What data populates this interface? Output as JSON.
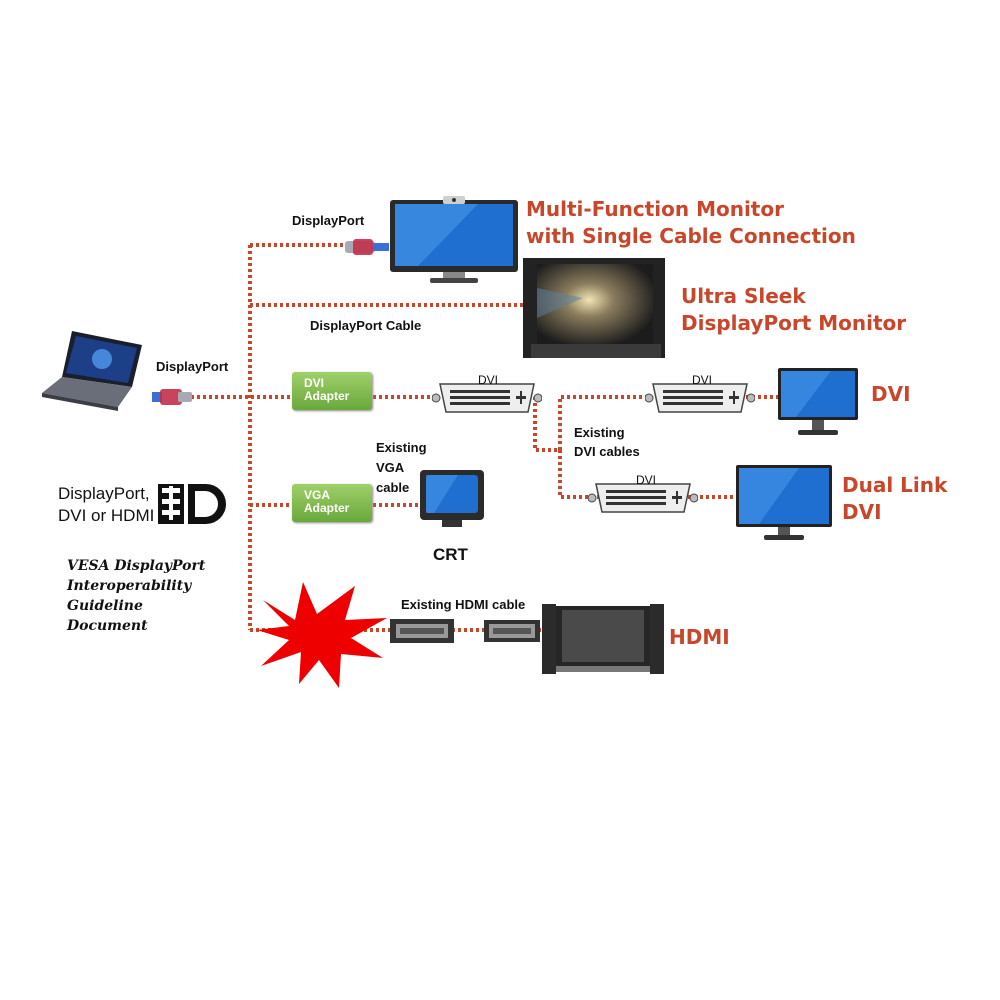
{
  "labels": {
    "displayport_top": "DisplayPort",
    "displayport_laptop": "DisplayPort",
    "displayport_cable": "DisplayPort Cable",
    "multi_function_monitor_line1": "Multi-Function Monitor",
    "multi_function_monitor_line2": "with Single Cable Connection",
    "ultra_sleek_line1": "Ultra Sleek",
    "ultra_sleek_line2": "DisplayPort Monitor",
    "dvi_monitor": "DVI",
    "dual_link_line1": "Dual Link",
    "dual_link_line2": "DVI",
    "hdmi": "HDMI",
    "crt": "CRT",
    "existing_vga_line1": "Existing",
    "existing_vga_line2": "VGA",
    "existing_vga_line3": "cable",
    "existing_dvi_line1": "Existing",
    "existing_dvi_line2": "DVI cables",
    "existing_hdmi_cable": "Existing HDMI cable",
    "dvi_connector_1": "DVI",
    "dvi_connector_2": "DVI",
    "dvi_connector_3": "DVI"
  },
  "adapters": {
    "dvi_line1": "DVI",
    "dvi_line2": "Adapter",
    "vga_line1": "VGA",
    "vga_line2": "Adapter"
  },
  "legend": {
    "line1": "DisplayPort,",
    "line2": "DVI or HDMI"
  },
  "vesa": {
    "line1": "VESA DisplayPort",
    "line2": "Interoperability",
    "line3": "Guideline",
    "line4": "Document"
  },
  "colors": {
    "cable": "#c8462a",
    "label_red": "#c8462a",
    "adapter_green": "#7ab648",
    "starburst": "#ee0000"
  }
}
